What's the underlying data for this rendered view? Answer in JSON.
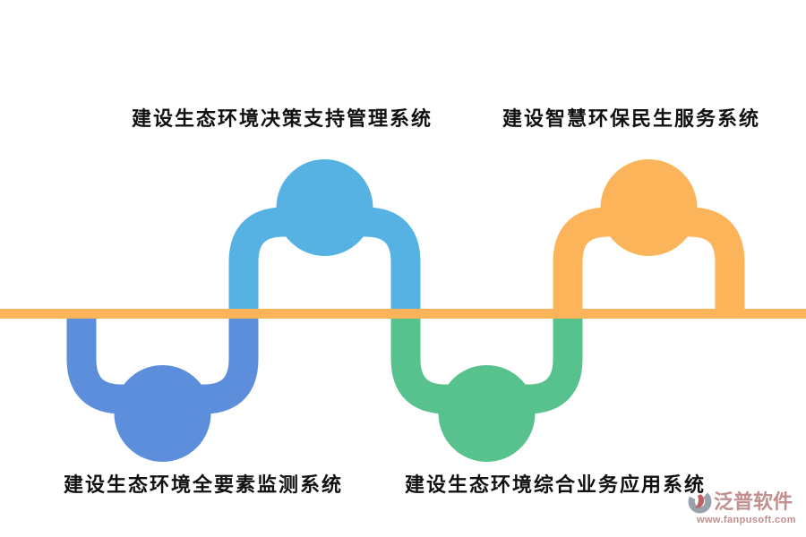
{
  "palette": {
    "axis_orange": "#FBB459",
    "blue_dark": "#5C8EDC",
    "blue_light": "#55B2E3",
    "green": "#58C28E",
    "label_black": "#111111",
    "watermark_rose": "#C28E8E",
    "logo_gray": "#99A1AD",
    "logo_red": "#C06060"
  },
  "diagram": {
    "type": "wave-timeline-infographic",
    "steps": [
      {
        "label": "建设生态环境全要素监测系统",
        "position": "bottom-left",
        "color": "#5C8EDC"
      },
      {
        "label": "建设生态环境决策支持管理系统",
        "position": "top-left",
        "color": "#55B2E3"
      },
      {
        "label": "建设生态环境综合业务应用系统",
        "position": "bottom-right",
        "color": "#58C28E"
      },
      {
        "label": "建设智慧环保民生服务系统",
        "position": "top-right",
        "color": "#FBB459"
      }
    ]
  },
  "watermark": {
    "brand": "泛普软件",
    "url": "www.fanpusoft.com"
  }
}
